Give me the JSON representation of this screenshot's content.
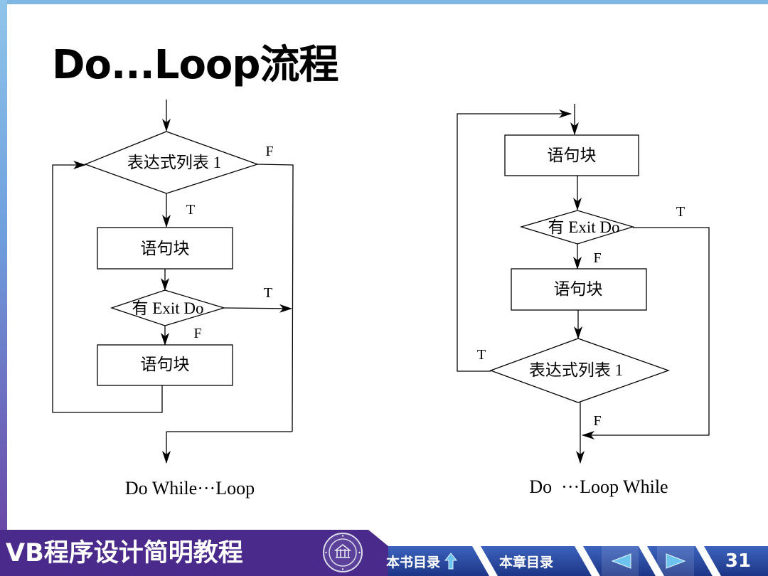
{
  "slide": {
    "title": "Do...Loop流程"
  },
  "diagram": {
    "left": {
      "condition": "表达式列表 1",
      "condition_false_label": "F",
      "condition_true_label": "T",
      "block_1": "语句块",
      "exit_check": "有 Exit Do",
      "exit_true_label": "T",
      "exit_false_label": "F",
      "block_2": "语句块",
      "caption": "Do While···Loop"
    },
    "right": {
      "block_1": "语句块",
      "exit_check": "有 Exit Do",
      "exit_true_label": "T",
      "exit_false_label": "F",
      "block_2": "语句块",
      "condition": "表达式列表 1",
      "condition_true_label": "T",
      "condition_false_label": "F",
      "caption": "Do  ···Loop While"
    }
  },
  "footer": {
    "book_title": "VB程序设计简明教程",
    "logo_icon": "university-seal-icon",
    "book_toc": {
      "label": "本书目录",
      "icon": "up-arrow-icon"
    },
    "chapter_toc": {
      "label": "本章目录"
    },
    "prev_page": {
      "icon": "triangle-left-icon"
    },
    "next_page": {
      "icon": "triangle-right-icon"
    },
    "page_number": "31"
  },
  "colors": {
    "top_strip": "#7fb7e2",
    "left_strip_top": "#8fc5ea",
    "left_strip_bottom": "#6a48a6",
    "footer_purple": "#4a2a8a",
    "footer_blue_top": "#3c63bd",
    "footer_blue_bottom": "#1d3687",
    "nav_arrow": "#6cc4ee",
    "footer_text": "#ffffff",
    "diagram_ink": "#000000"
  }
}
